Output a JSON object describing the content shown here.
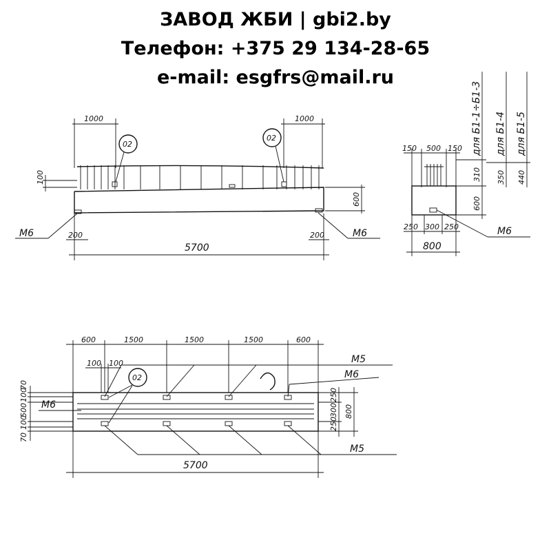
{
  "header": {
    "line1": "ЗАВОД ЖБИ | gbi2.by",
    "line2": "Телефон: +375 29 134-28-65",
    "line3": "e-mail: esgfrs@mail.ru"
  },
  "elevation": {
    "dim_left": "1000",
    "dim_right": "1000",
    "callout_left": "02",
    "callout_right": "02",
    "dim_100": "100",
    "dim_600": "600",
    "dim_200_left": "200",
    "dim_200_right": "200",
    "dim_total": "5700",
    "label_left": "М6",
    "label_right": "М6"
  },
  "section": {
    "dim_150_left": "150",
    "dim_500": "500",
    "dim_150_right": "150",
    "dim_310": "310",
    "dim_350": "350",
    "dim_440": "440",
    "dim_600": "600",
    "dim_250_left": "250",
    "dim_300": "300",
    "dim_250_right": "250",
    "dim_800": "800",
    "label": "М6",
    "note_1": "для Б1-1÷Б1-3",
    "note_2": "для Б1-4",
    "note_3": "для Б1-5"
  },
  "plan": {
    "dim_600_left": "600",
    "dim_1500_a": "1500",
    "dim_1500_b": "1500",
    "dim_1500_c": "1500",
    "dim_600_right": "600",
    "dim_100_a": "100",
    "dim_100_b": "100",
    "callout": "02",
    "label_m5_top": "М5",
    "label_m6_right": "М6",
    "label_m6_left": "М6",
    "label_m5_bottom": "М5",
    "dim_70_top": "70",
    "dim_100_left": "100",
    "dim_500_left": "500",
    "dim_100_left2": "100",
    "dim_70_bottom": "70",
    "dim_250_top": "250",
    "dim_300": "300",
    "dim_250_bottom": "250",
    "dim_800": "800",
    "dim_total": "5700"
  }
}
